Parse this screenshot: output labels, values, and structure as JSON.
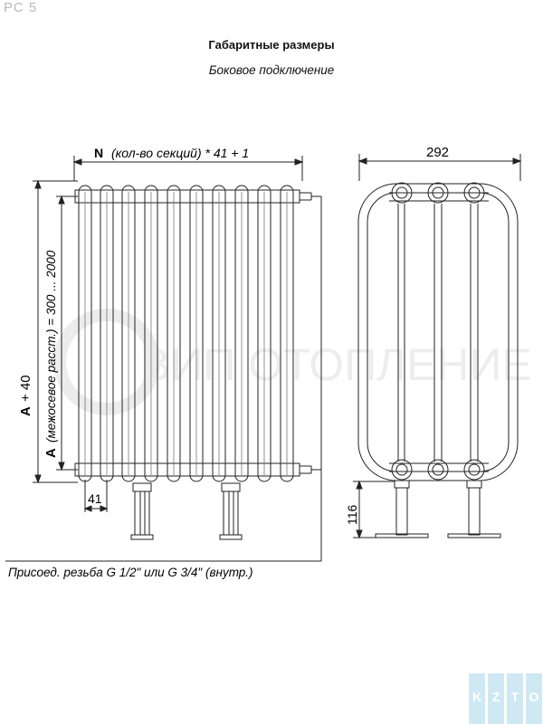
{
  "header": {
    "model": "РС 5",
    "title": "Габаритные размеры",
    "subtitle": "Боковое подключение"
  },
  "front_view": {
    "width_n": "N",
    "width_formula": "(кол-во секций) * 41 + 1",
    "height_a": "A",
    "height_plus": "+ 40",
    "center_a": "A",
    "center_formula": "(межосевое расст.) = 300 ... 2000",
    "section_pitch": "41",
    "section_count": 10
  },
  "side_view": {
    "depth": "292",
    "leg_height": "116"
  },
  "thread_note": "Присоед. резьба G 1/2\" или G 3/4\" (внутр.)",
  "watermark": "ВИП ОТОПЛЕНИЕ",
  "logo_letters": [
    "K",
    "Z",
    "T",
    "O"
  ],
  "colors": {
    "line": "#222222",
    "watermark": "#e6e6e6",
    "logo": "#cfe9f4"
  }
}
